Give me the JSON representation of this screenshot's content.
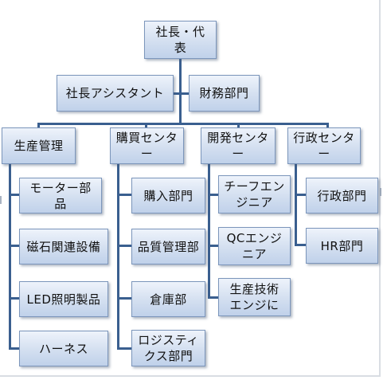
{
  "diagram": {
    "root": "社長・代表",
    "assistant": "社長アシスタント",
    "finance": "財務部門",
    "departments": [
      {
        "name": "生産管理",
        "children": [
          "モーター部品",
          "磁石関連設備",
          "LED照明製品",
          "ハーネス"
        ]
      },
      {
        "name": "購買センター",
        "children": [
          "購入部門",
          "品質管理部",
          "倉庫部",
          "ロジスティクス部門"
        ]
      },
      {
        "name": "開発センター",
        "children": [
          "チーフエンジニア",
          "QCエンジニア",
          "生産技術エンジに"
        ]
      },
      {
        "name": "行政センター",
        "children": [
          "行政部門",
          "HR部門"
        ]
      }
    ]
  },
  "colors": {
    "connector": "#3a5f8f",
    "box_border": "#7c96bb",
    "box_fill_top": "#eef3fb",
    "box_fill_bottom": "#c0d1ea"
  }
}
